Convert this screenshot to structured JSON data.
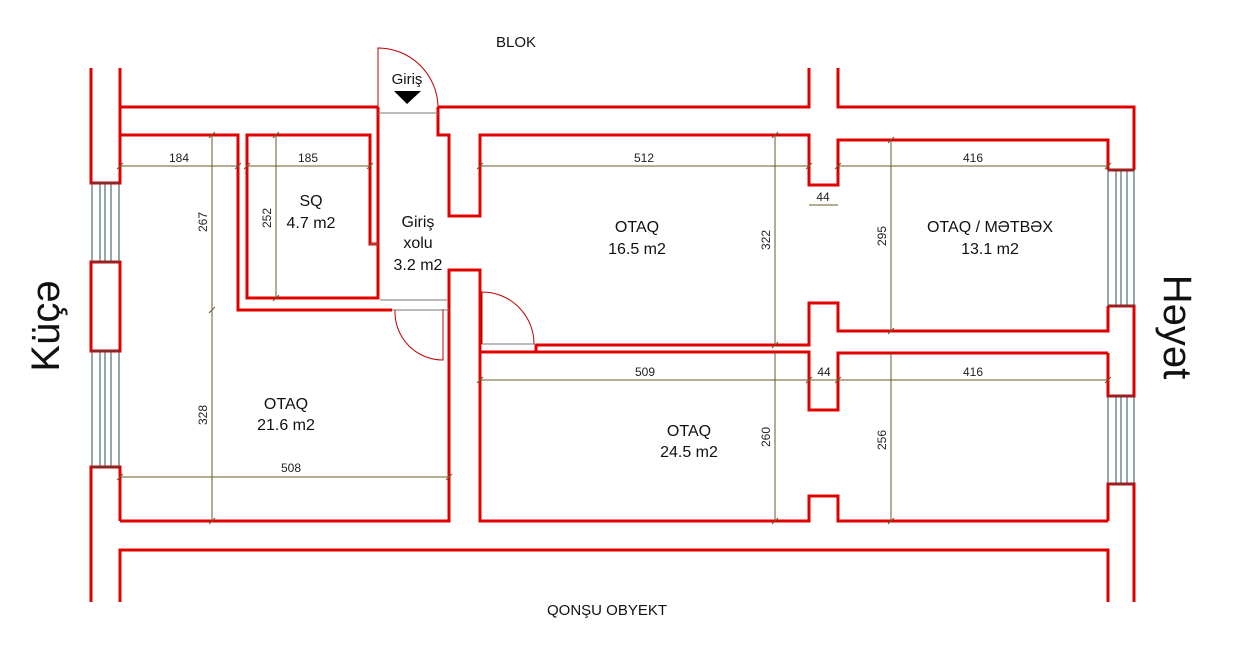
{
  "labels": {
    "top": "BLOK",
    "bottom": "QONŞU OBYEKT",
    "left": "Küçə",
    "right": "Həyət",
    "entrance": "Giriş"
  },
  "rooms": [
    {
      "name": "SQ",
      "area": "4.7 m2"
    },
    {
      "name": "Giriş",
      "name2": "xolu",
      "area": "3.2 m2"
    },
    {
      "name": "OTAQ",
      "area": "16.5 m2"
    },
    {
      "name": "OTAQ / MƏTBƏX",
      "area": "13.1 m2"
    },
    {
      "name": "OTAQ",
      "area": "21.6 m2"
    },
    {
      "name": "OTAQ",
      "area": "24.5 m2"
    }
  ],
  "dimensions": {
    "d184": "184",
    "d185": "185",
    "d512": "512",
    "d416a": "416",
    "d44a": "44",
    "d267": "267",
    "d252": "252",
    "d322": "322",
    "d295": "295",
    "d509": "509",
    "d44b": "44",
    "d416b": "416",
    "d328": "328",
    "d508": "508",
    "d260": "260",
    "d256": "256"
  },
  "colors": {
    "wall": "#e00000",
    "dimension": "#6b5a2a"
  }
}
